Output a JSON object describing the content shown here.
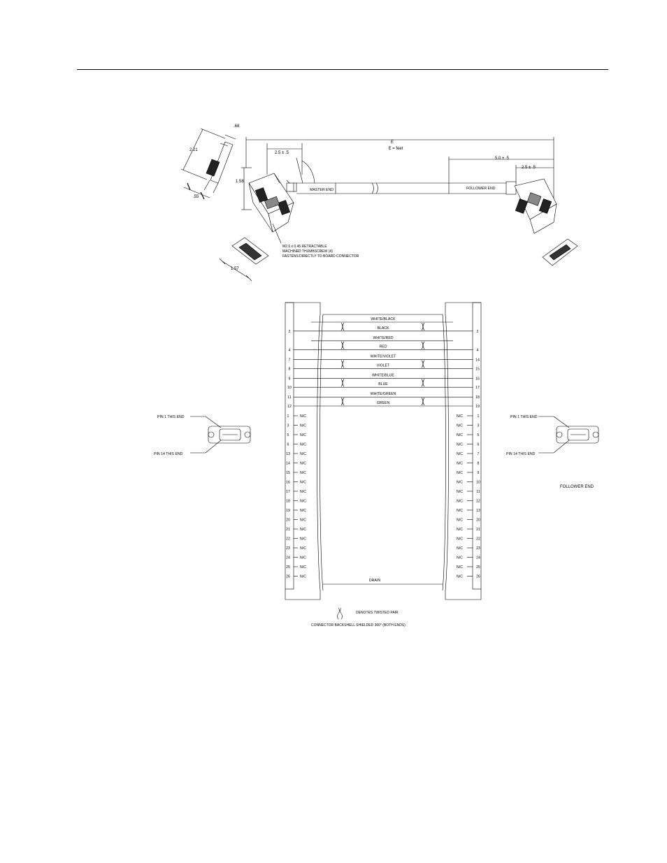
{
  "top_drawing": {
    "dims": {
      "d68": ".68",
      "d221": "2.21",
      "d55": ".55",
      "d158": "1.58",
      "d157": "1.57",
      "e_label": "E",
      "e_formula": "E = feet",
      "d25_master": "2.5 ± .5",
      "d50_follower": "5.0 ± .5",
      "d25_follower": "2.5 ± .5"
    },
    "labels": {
      "master_end": "MASTER END",
      "follower_end": "FOLLOWER END"
    },
    "thumbscrew_note": [
      "M2.6 x 0.45 RETRACTABLE",
      "MACHINED THUMBSCREW (4)",
      "FASTENS DIRECTLY TO BOARD CONNECTOR"
    ]
  },
  "schematic": {
    "pairs": [
      {
        "top_wire": "WHITE/BLACK",
        "bottom_wire": "BLACK",
        "left_top_pin": "",
        "left_bottom_pin": "2",
        "right_top_pin": "",
        "right_bottom_pin": "2"
      },
      {
        "top_wire": "WHITE/RED",
        "bottom_wire": "RED",
        "left_top_pin": "",
        "left_bottom_pin": "4",
        "right_top_pin": "",
        "right_bottom_pin": "4"
      },
      {
        "top_wire": "WHITE/VIOLET",
        "bottom_wire": "VIOLET",
        "left_top_pin": "7",
        "left_bottom_pin": "8",
        "right_top_pin": "14",
        "right_bottom_pin": "15"
      },
      {
        "top_wire": "WHITE/BLUE",
        "bottom_wire": "BLUE",
        "left_top_pin": "9",
        "left_bottom_pin": "10",
        "right_top_pin": "16",
        "right_bottom_pin": "17"
      },
      {
        "top_wire": "WHITE/GREEN",
        "bottom_wire": "GREEN",
        "left_top_pin": "11",
        "left_bottom_pin": "12",
        "right_top_pin": "18",
        "right_bottom_pin": "19"
      }
    ],
    "nc_label": "N/C",
    "nc_left_pins": [
      "1",
      "3",
      "5",
      "6",
      "13",
      "14",
      "15",
      "16",
      "17",
      "18",
      "19",
      "20",
      "21",
      "22",
      "23",
      "24",
      "25",
      "26"
    ],
    "nc_right_pins": [
      "1",
      "3",
      "5",
      "6",
      "7",
      "8",
      "9",
      "10",
      "11",
      "12",
      "13",
      "20",
      "21",
      "22",
      "23",
      "24",
      "25",
      "26"
    ],
    "drain_label": "DRAIN",
    "left_connector": {
      "pin1": "PIN 1 THIS END",
      "pin14": "PIN 14 THIS END"
    },
    "right_connector": {
      "pin1": "PIN 1 THIS END",
      "pin14": "PIN 14 THIS END",
      "end_label": "FOLLOWER END"
    },
    "legend": "DENOTES TWISTED PAIR",
    "shield_note": "CONNECTOR BACKSHELL SHIELDED 360° (BOTH ENDS)"
  }
}
